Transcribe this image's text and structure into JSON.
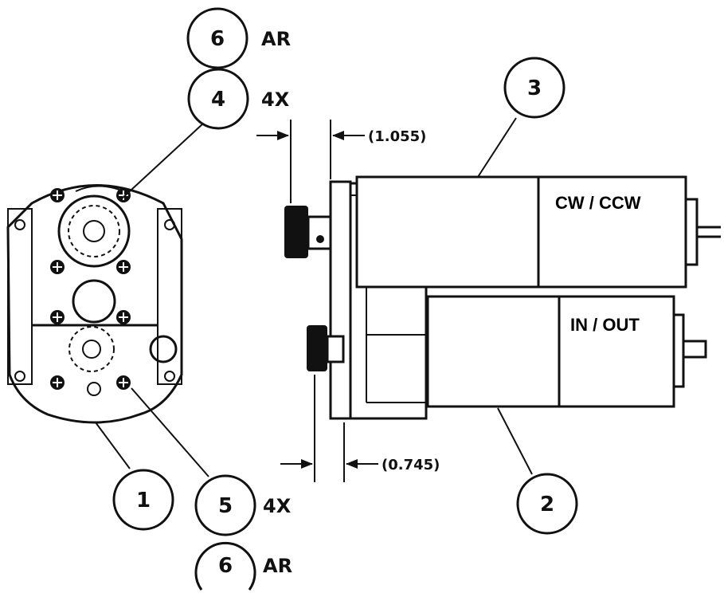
{
  "bubbles": [
    {
      "id": "b6-top",
      "number": "6",
      "note": "AR"
    },
    {
      "id": "b4",
      "number": "4",
      "note": "4X"
    },
    {
      "id": "b3",
      "number": "3",
      "note": ""
    },
    {
      "id": "b1",
      "number": "1",
      "note": ""
    },
    {
      "id": "b5",
      "number": "5",
      "note": "4X"
    },
    {
      "id": "b6-bottom",
      "number": "6",
      "note": "AR"
    },
    {
      "id": "b2",
      "number": "2",
      "note": ""
    }
  ],
  "dimensions": {
    "upper": "(1.055)",
    "lower": "(0.745)"
  },
  "motor_labels": {
    "upper": "CW / CCW",
    "lower": "IN / OUT"
  }
}
